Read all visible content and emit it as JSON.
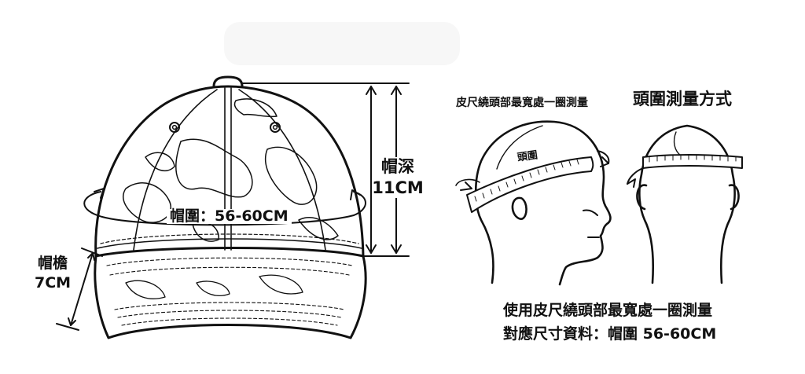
{
  "hat": {
    "circumference_label": "帽圍：56-60CM",
    "depth_label_line1": "帽深",
    "depth_label_line2": "11CM",
    "brim_label_line1": "帽檐",
    "brim_label_line2": "7CM"
  },
  "measure": {
    "instruction_small": "皮尺繞頭部最寬處一圈測量",
    "method_title": "頭圍測量方式",
    "tape_label": "頭圍",
    "footer_line1": "使用皮尺繞頭部最寬處一圈測量",
    "footer_line2": "對應尺寸資料：帽圍 56-60CM"
  }
}
